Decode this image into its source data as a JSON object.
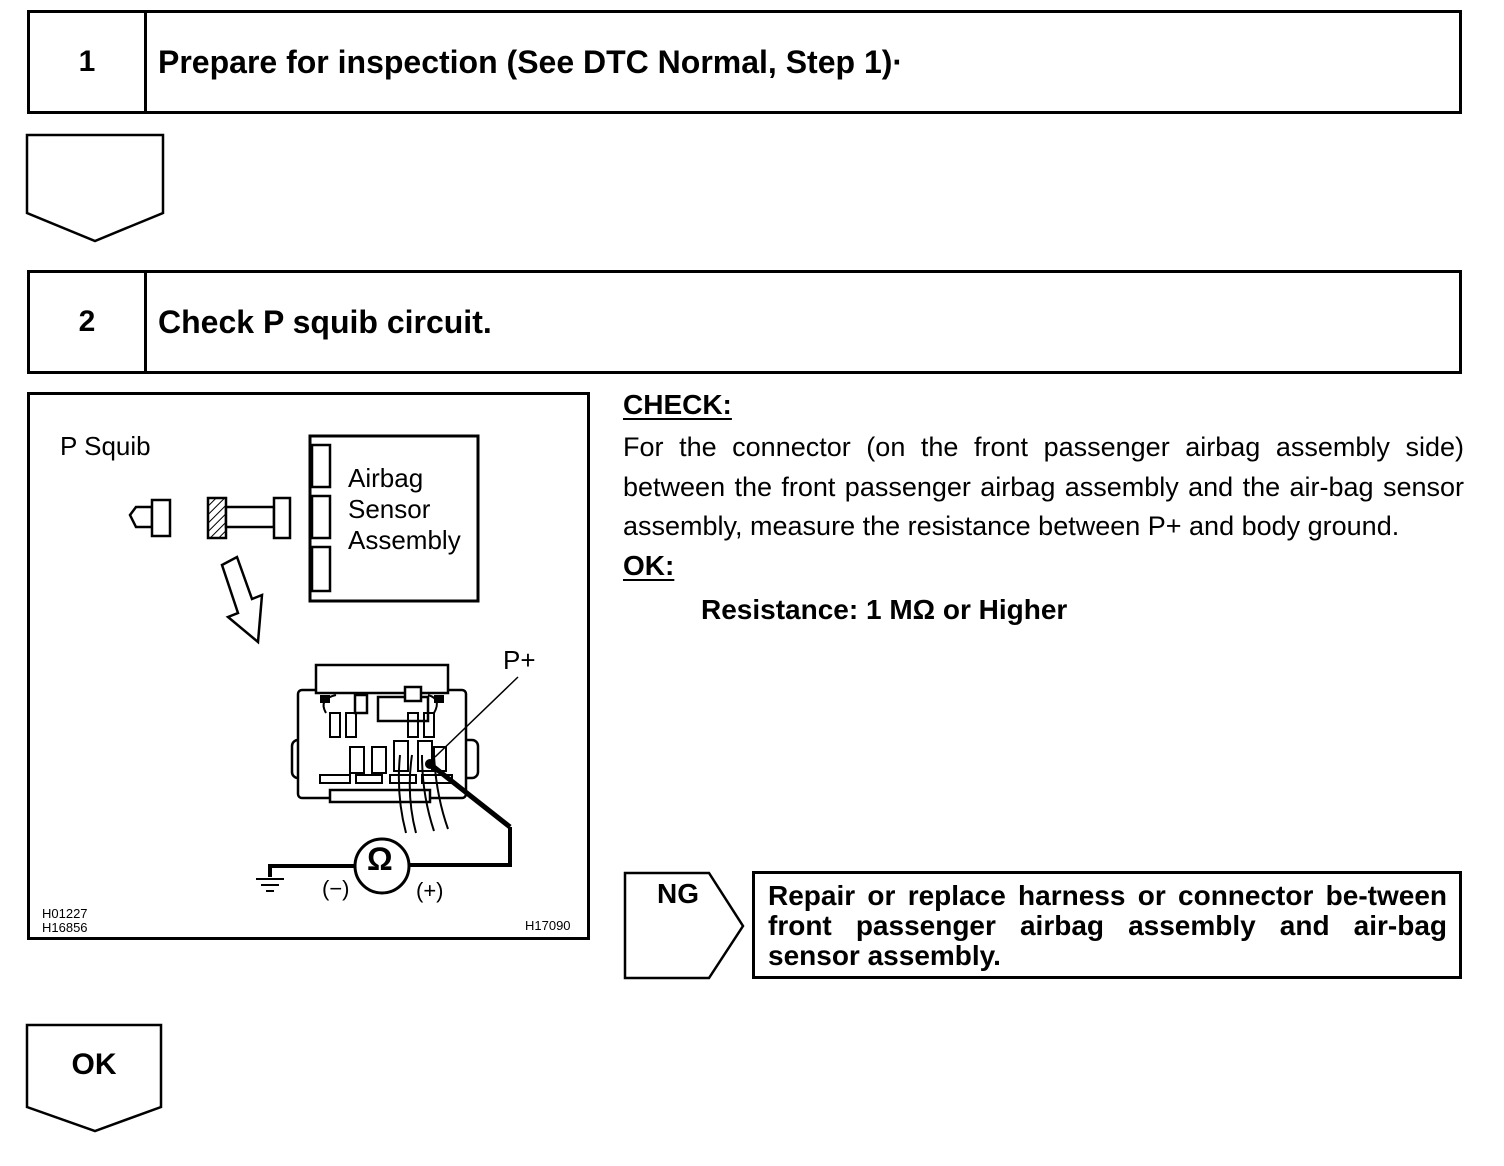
{
  "steps": [
    {
      "number": "1",
      "title": "Prepare for inspection (See DTC Normal, Step 1)·"
    },
    {
      "number": "2",
      "title": "Check P squib circuit."
    }
  ],
  "figure": {
    "label_squib": "P Squib",
    "label_sensor_line1": "Airbag",
    "label_sensor_line2": "Sensor",
    "label_sensor_line3": "Assembly",
    "label_terminal": "P+",
    "meter_symbol": "Ω",
    "meter_negative": "(−)",
    "meter_positive": "(+)",
    "code_left_1": "H01227",
    "code_left_2": "H16856",
    "code_right": "H17090"
  },
  "check": {
    "heading": "CHECK:",
    "text": "For the connector (on the front passenger airbag assembly side) between the front passenger airbag assembly and the air-bag sensor assembly, measure the resistance between P+ and body ground.",
    "ok_heading": "OK:",
    "spec": "Resistance: 1 MΩ or Higher"
  },
  "result_ng": {
    "tag": "NG",
    "action": "Repair or replace harness or connector be-tween front passenger airbag assembly and air-bag sensor assembly."
  },
  "result_ok": {
    "tag": "OK"
  }
}
